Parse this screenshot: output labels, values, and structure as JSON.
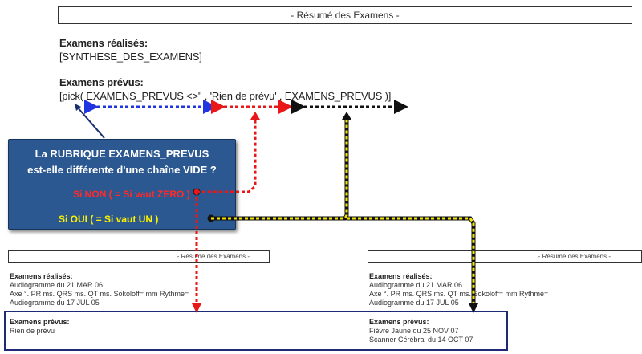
{
  "top_doc": {
    "header": "- Résumé des Examens -",
    "realises_label": "Examens réalisés:",
    "realises_value": "[SYNTHESE_DES_EXAMENS]",
    "prevus_label": "Examens prévus:",
    "prevus_formula": "[pick( EXAMENS_PREVUS <>\" , 'Rien de prévu' , EXAMENS_PREVUS )]"
  },
  "callout": {
    "question_line1": "La RUBRIQUE EXAMENS_PREVUS",
    "question_line2": "est-elle différente d'une chaîne VIDE ?",
    "si_non": "Si NON ( = Si vaut ZERO )",
    "si_oui": "Si OUI ( = Si vaut UN )"
  },
  "left_doc": {
    "header": "- Résumé des Examens -",
    "realises_label": "Examens réalisés:",
    "lines": [
      "Audiogramme du 21 MAR 06",
      "Axe     °. PR ms. QRS ms. QT ms. Sokoloff= mm Rythme=",
      "Audiogramme du 17 JUL 05"
    ],
    "prevus_label": "Examens prévus:",
    "prevus_lines": [
      "Rien de prévu"
    ]
  },
  "right_doc": {
    "header": "- Résumé des Examens -",
    "realises_label": "Examens réalisés:",
    "lines": [
      "Audiogramme du 21 MAR 06",
      "Axe     °. PR ms. QRS ms. QT ms. Sokoloff= mm Rythme=",
      "Audiogramme du 17 JUL 05"
    ],
    "prevus_label": "Examens prévus:",
    "prevus_lines": [
      "Fièvre Jaune du 25 NOV 07",
      "Scanner Cérébral du 14 OCT 07"
    ]
  },
  "colors": {
    "callout_bg": "#2b5890",
    "arrow_blue": "#1f35e0",
    "arrow_red": "#e81818",
    "arrow_black": "#111111",
    "arrow_yellow": "#f2e600",
    "highlight_box": "#1e2a78"
  }
}
